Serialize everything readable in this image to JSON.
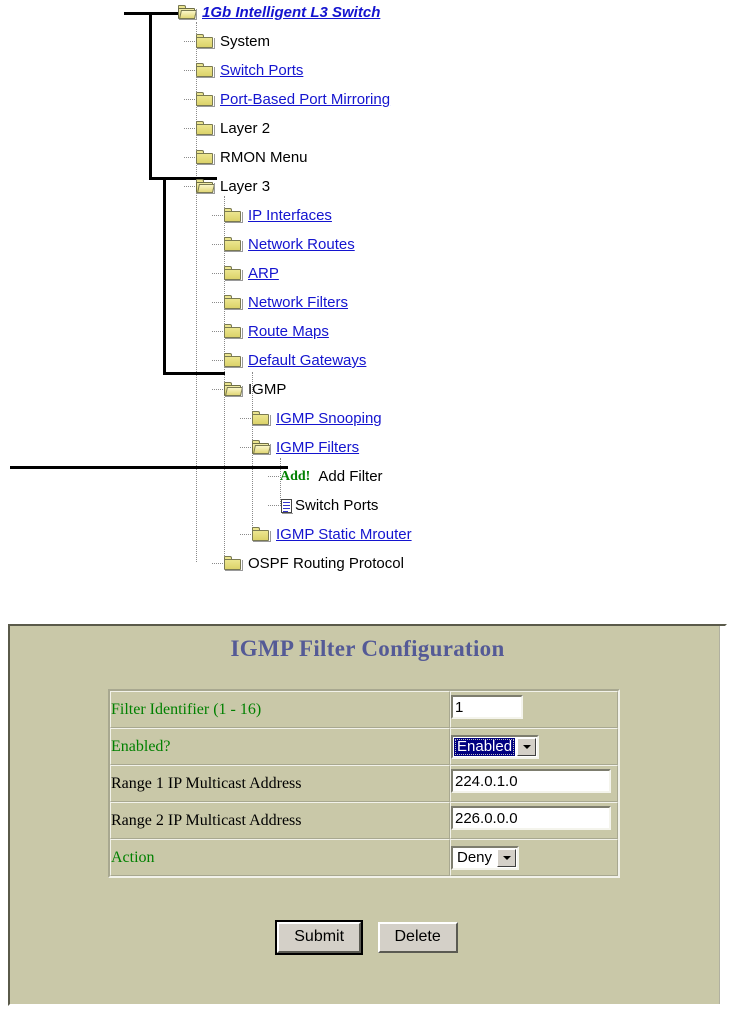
{
  "tree": {
    "items": [
      {
        "label": "1Gb Intelligent L3 Switch",
        "style": "root",
        "icon": "folder-open-icon",
        "depth": 0
      },
      {
        "label": "System",
        "style": "plain",
        "icon": "folder-icon",
        "depth": 1
      },
      {
        "label": "Switch Ports",
        "style": "link",
        "icon": "folder-icon",
        "depth": 1
      },
      {
        "label": "Port-Based Port Mirroring",
        "style": "link",
        "icon": "folder-icon",
        "depth": 1
      },
      {
        "label": "Layer 2",
        "style": "plain",
        "icon": "folder-icon",
        "depth": 1
      },
      {
        "label": "RMON Menu",
        "style": "plain",
        "icon": "folder-icon",
        "depth": 1
      },
      {
        "label": "Layer 3",
        "style": "plain",
        "icon": "folder-open-icon",
        "depth": 1
      },
      {
        "label": "IP Interfaces",
        "style": "link",
        "icon": "folder-icon",
        "depth": 2
      },
      {
        "label": "Network Routes",
        "style": "link",
        "icon": "folder-icon",
        "depth": 2
      },
      {
        "label": "ARP",
        "style": "link",
        "icon": "folder-icon",
        "depth": 2
      },
      {
        "label": "Network Filters",
        "style": "link",
        "icon": "folder-icon",
        "depth": 2
      },
      {
        "label": "Route Maps",
        "style": "link",
        "icon": "folder-icon",
        "depth": 2
      },
      {
        "label": "Default Gateways",
        "style": "link",
        "icon": "folder-icon",
        "depth": 2
      },
      {
        "label": "IGMP",
        "style": "plain",
        "icon": "folder-open-icon",
        "depth": 2
      },
      {
        "label": "IGMP Snooping",
        "style": "link",
        "icon": "folder-icon",
        "depth": 3
      },
      {
        "label": "IGMP Filters",
        "style": "link",
        "icon": "folder-open-icon",
        "depth": 3
      },
      {
        "label": "Add Filter",
        "style": "plain",
        "icon": "add-marker",
        "depth": 4,
        "marker": "Add!"
      },
      {
        "label": "Switch Ports",
        "style": "plain",
        "icon": "document-icon",
        "depth": 4
      },
      {
        "label": "IGMP Static Mrouter",
        "style": "link",
        "icon": "folder-icon",
        "depth": 3
      },
      {
        "label": "OSPF Routing Protocol",
        "style": "plain",
        "icon": "folder-icon",
        "depth": 2
      }
    ]
  },
  "form": {
    "title": "IGMP Filter Configuration",
    "rows": [
      {
        "label": "Filter Identifier (1 - 16)",
        "label_color": "green",
        "control": "text",
        "value": "1"
      },
      {
        "label": "Enabled?",
        "label_color": "green",
        "control": "select",
        "value": "Enabled",
        "focused": true
      },
      {
        "label": "Range 1 IP Multicast Address",
        "label_color": "black",
        "control": "text",
        "value": "224.0.1.0"
      },
      {
        "label": "Range 2 IP Multicast Address",
        "label_color": "black",
        "control": "text",
        "value": "226.0.0.0"
      },
      {
        "label": "Action",
        "label_color": "green",
        "control": "select",
        "value": "Deny",
        "focused": false
      }
    ],
    "buttons": [
      {
        "label": "Submit",
        "default": true
      },
      {
        "label": "Delete",
        "default": false
      }
    ]
  },
  "colors": {
    "panel_bg": "#c9c8a8",
    "title": "#545a96",
    "link": "#1414cf",
    "green_label": "#008000",
    "select_highlight": "#000080"
  }
}
